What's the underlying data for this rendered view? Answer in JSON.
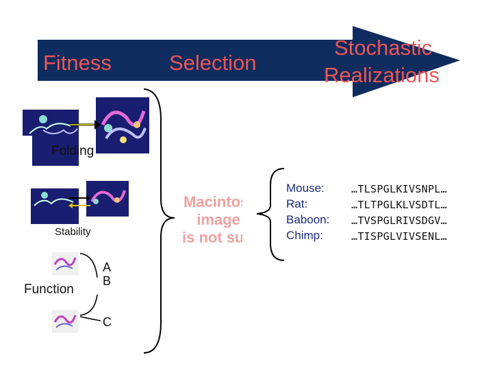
{
  "banner": {
    "fitness": "Fitness",
    "selection": "Selection",
    "stochastic_line1": "Stochastic",
    "stochastic_line2": "Realizations",
    "color": "#0f2c5e",
    "text_color": "#ee5555"
  },
  "left": {
    "folding": "Folding",
    "stability": "Stability",
    "function": "Function",
    "label_a": "A",
    "label_b": "B",
    "label_c": "C"
  },
  "placeholder": {
    "line1": "Macintosh",
    "line2": "image",
    "line3": "is not su"
  },
  "species": [
    {
      "name": "Mouse:",
      "seq": "…TLSPGLKIVSNPL…"
    },
    {
      "name": "Rat:",
      "seq": "…TLTPGLKLVSDTL…"
    },
    {
      "name": "Baboon:",
      "seq": "…TVSPGLRIVSDGV…"
    },
    {
      "name": "Chimp:",
      "seq": "…TISPGLVIVSENL…"
    }
  ]
}
